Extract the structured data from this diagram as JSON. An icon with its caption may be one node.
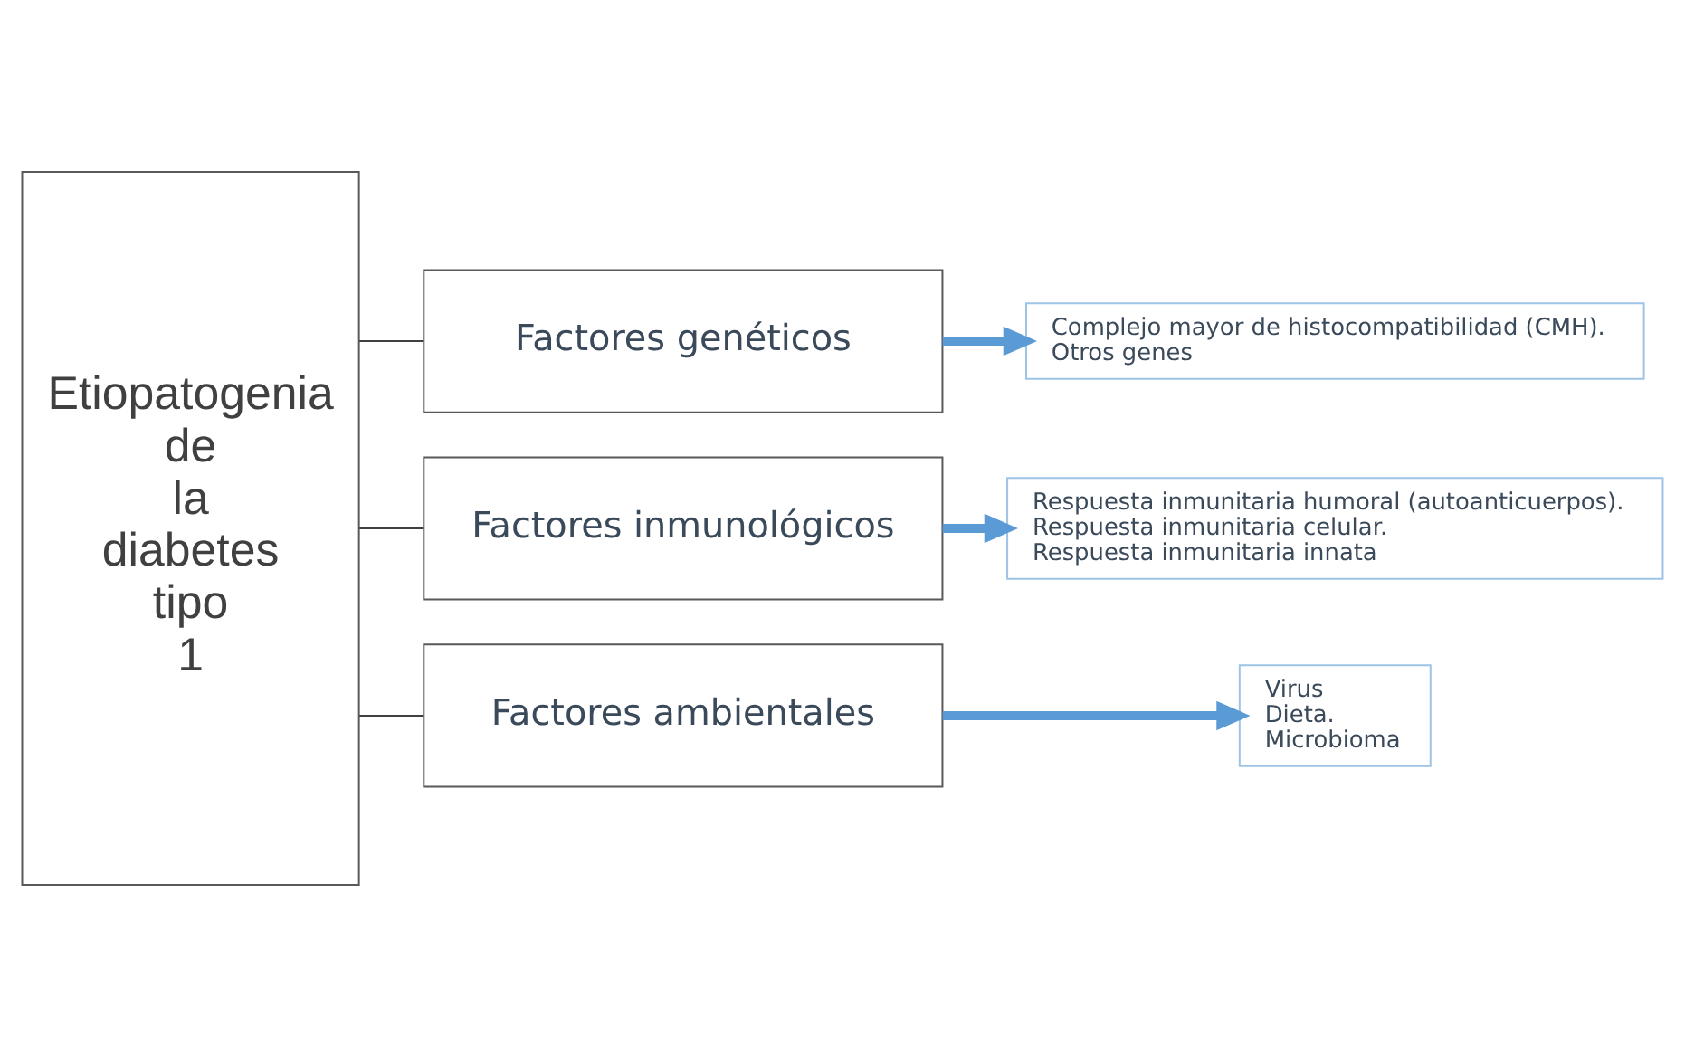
{
  "diagram": {
    "nodes": [
      {
        "text": [
          "Etiopatogenia de la diabetes tipo 1"
        ]
      },
      {
        "text": [
          "Factores genéticos"
        ]
      },
      {
        "text": [
          "Factores inmunológicos"
        ]
      },
      {
        "text": [
          "Factores ambientales"
        ]
      },
      {
        "text": [
          "Complejo mayor de histocompatibilidad (CMH).",
          "Otros genes"
        ]
      },
      {
        "text": [
          "Respuesta inmunitaria humoral (autoanticuerpos).",
          "Respuesta inmunitaria celular.",
          "Respuesta inmunitaria innata"
        ]
      },
      {
        "text": [
          "Virus",
          "Dieta.",
          "Microbioma"
        ]
      }
    ],
    "edges": [
      {
        "from": 0,
        "to": 1,
        "arrow": "none"
      },
      {
        "from": 0,
        "to": 2,
        "arrow": "none"
      },
      {
        "from": 0,
        "to": 3,
        "arrow": "none"
      },
      {
        "from": 1,
        "to": 4,
        "arrow": "to",
        "style": "thick",
        "color": "#5b9bd5"
      },
      {
        "from": 2,
        "to": 5,
        "arrow": "to",
        "style": "thick",
        "color": "#5b9bd5"
      },
      {
        "from": 3,
        "to": 6,
        "arrow": "to",
        "style": "thick",
        "color": "#5b9bd5"
      }
    ]
  }
}
